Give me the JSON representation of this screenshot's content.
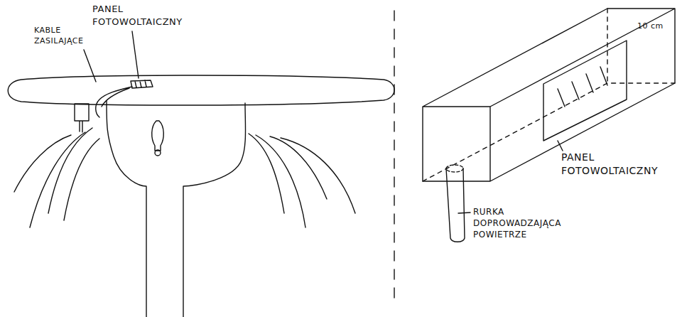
{
  "diagram": {
    "labels": [
      "KABLE ZASILAJĄCE",
      "PANEL FOTOWOLTAICZNY",
      "10 cm",
      "PANEL FOTOWOLTAICZNY",
      "RURKA DOPROWADZAJĄCA POWIETRZE"
    ]
  }
}
